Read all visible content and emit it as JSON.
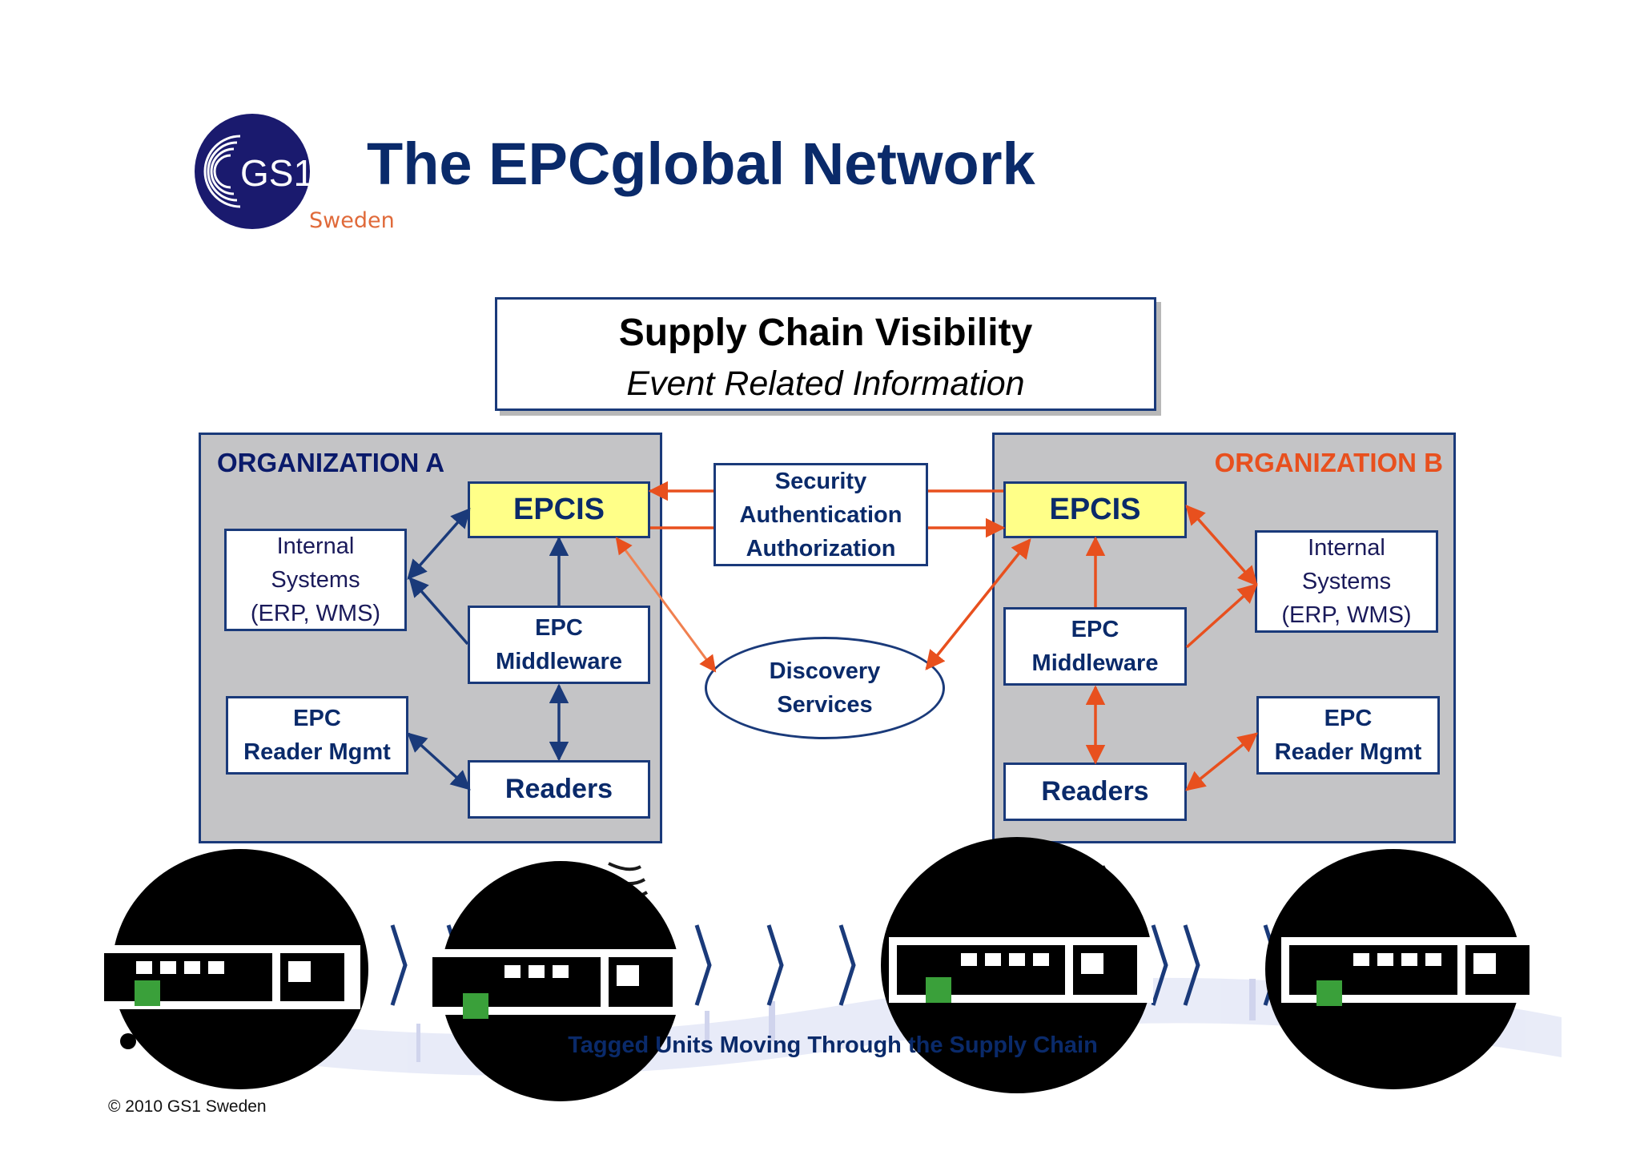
{
  "header": {
    "title": "The EPCglobal Network",
    "logo_mark": "GS1",
    "logo_sub": "Sweden"
  },
  "visibility": {
    "title": "Supply Chain Visibility",
    "subtitle": "Event Related Information"
  },
  "org_a": {
    "label": "ORGANIZATION A",
    "epcis": "EPCIS",
    "internal": [
      "Internal",
      "Systems",
      "(ERP, WMS)"
    ],
    "middleware": [
      "EPC",
      "Middleware"
    ],
    "reader_mgmt": [
      "EPC",
      "Reader Mgmt"
    ],
    "readers": "Readers"
  },
  "org_b": {
    "label": "ORGANIZATION B",
    "epcis": "EPCIS",
    "internal": [
      "Internal",
      "Systems",
      "(ERP, WMS)"
    ],
    "middleware": [
      "EPC",
      "Middleware"
    ],
    "reader_mgmt": [
      "EPC",
      "Reader Mgmt"
    ],
    "readers": "Readers"
  },
  "security": [
    "Security",
    "Authentication",
    "Authorization"
  ],
  "discovery": [
    "Discovery",
    "Services"
  ],
  "caption": "Tagged Units Moving Through the Supply Chain",
  "copyright": "© 2010 GS1 Sweden",
  "colors": {
    "navy": "#0a2a6a",
    "orange": "#e8501e",
    "org_fill": "#c4c4c6",
    "epcis_fill": "#ffff88",
    "logo_orange": "#e06a3a"
  },
  "icons": [
    "gs1-logo-icon",
    "truck-icon",
    "rfid-signal-icon",
    "chevron-icon",
    "rfid-chip-icon",
    "barcode-stream-icon"
  ]
}
